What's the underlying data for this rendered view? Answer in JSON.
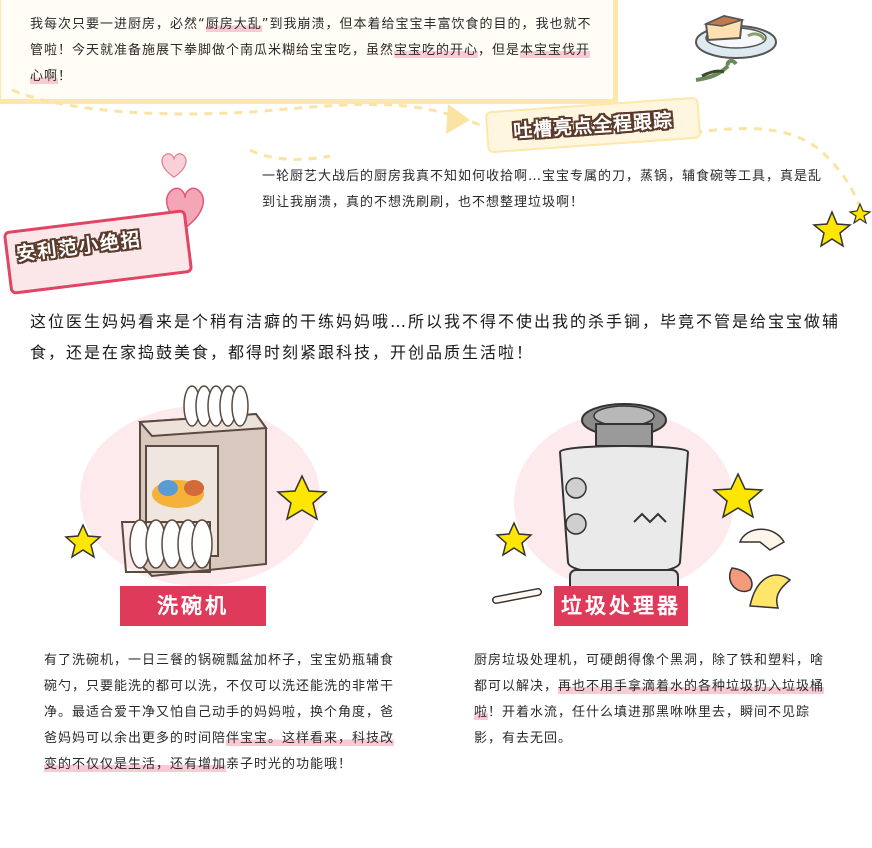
{
  "intro_box": {
    "parts": [
      {
        "text": "我每次只要一进厨房，必然“",
        "hl": false
      },
      {
        "text": "厨房大乱",
        "hl": true
      },
      {
        "text": "”到我崩溃，但本着给宝宝丰富饮食的目的，我也就不管啦！今天就准备施展下拳脚做个南瓜米糊给宝宝吃，虽然",
        "hl": false
      },
      {
        "text": "宝宝吃的开心",
        "hl": true
      },
      {
        "text": "，但是",
        "hl": false
      },
      {
        "text": "本宝宝伐开心啊",
        "hl": true
      },
      {
        "text": "！",
        "hl": false
      }
    ]
  },
  "banner_title": "吐槽亮点全程跟踪",
  "mid_paragraph": "一轮厨艺大战后的厨房我真不知如何收拾啊…宝宝专属的刀，蒸锅，辅食碗等工具，真是乱到让我崩溃，真的不想洗刷刷，也不想整理垃圾啊！",
  "tips_label": "安利范小绝招",
  "intro_paragraph": "这位医生妈妈看来是个稍有洁癖的干练妈妈哦…所以我不得不使出我的杀手锏，毕竟不管是给宝宝做辅食，还是在家捣鼓美食，都得时刻紧跟科技，开创品质生活啦！",
  "dishwasher": {
    "label": "洗碗机",
    "parts": [
      {
        "text": "有了洗碗机，一日三餐的锅碗瓢盆加杯子，宝宝奶瓶辅食碗勺，只要能洗的都可以洗，不仅可以洗还能洗的非常干净。最适合爱干净又怕自己动手的妈妈啦，换个角度，爸爸妈妈可以余出更多的时间陪",
        "hl": false
      },
      {
        "text": "伴宝宝。这样看来，科技改变的不仅仅是生活，还有增加",
        "hl": true
      },
      {
        "text": "亲子时光的功能哦！",
        "hl": false
      }
    ]
  },
  "garbage": {
    "label": "垃圾处理器",
    "parts": [
      {
        "text": "厨房垃圾处理机，可硬朗得像个黑洞，除了铁和塑料，啥都可以解决，",
        "hl": false
      },
      {
        "text": "再也不用手拿滴着水的各种垃圾扔入垃圾桶啦",
        "hl": true
      },
      {
        "text": "！开着水流，任什么填进那黑咻咻里去，瞬间不见踪影，有去无回。",
        "hl": false
      }
    ]
  },
  "colors": {
    "accent_red": "#e03a5a",
    "frame_yellow": "#fde7a9",
    "star_yellow": "#ffe600",
    "highlight_pink": "#f9c9d4"
  }
}
